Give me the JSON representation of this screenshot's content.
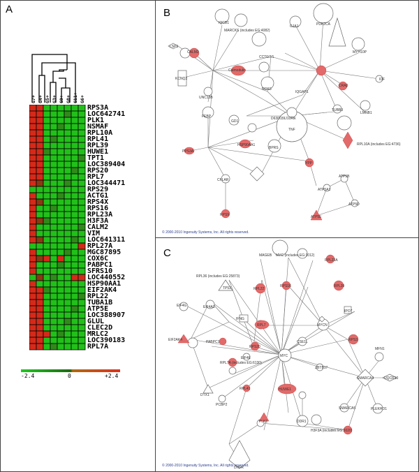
{
  "panels": {
    "a": "A",
    "b": "B",
    "c": "C"
  },
  "heatmap": {
    "columns": [
      "G7+",
      "G4+",
      "G5+",
      "G3+",
      "G9+",
      "G8+",
      "G11+",
      "G6+"
    ],
    "genes": [
      "RPS3A",
      "LOC642741",
      "PLK1",
      "NSMAF",
      "RPL10A",
      "RPL41",
      "RPL39",
      "HUWE1",
      "TPT1",
      "LOC389404",
      "RPS20",
      "RPL7",
      "LOC344471",
      "RPS29",
      "ACTG1",
      "RPS4X",
      "RPS16",
      "RPL23A",
      "H3F3A",
      "CALM2",
      "VIM",
      "LOC641311",
      "RPL27A",
      "MGC87895",
      "COX6C",
      "PABPC1",
      "SFRS10",
      "LOC440552",
      "HSP90AA1",
      "EIF2AK4",
      "RPL22",
      "TUBA1B",
      "ATP5E",
      "LOC388907",
      "GLUL",
      "CLEC2D",
      "MRLC2",
      "LOC390183",
      "RPL7A"
    ],
    "scale": {
      "min": "-2.4",
      "mid": "0",
      "max": "+2.4"
    },
    "colors": {
      "red": "#d42a1a",
      "green": "#22c01a",
      "darkgreen": "#2f8a1a",
      "brown": "#8a3a12"
    }
  },
  "network_b": {
    "nodes": {
      "iqcb1": "IQCB1",
      "marcks": "MARCKS (includes EG:4082)",
      "gja1": "GJA1",
      "pdk": "PDK2CA",
      "lsp": "LSP1",
      "calm": "CALM2",
      "calmodulin": "Calmodulin",
      "cct": "CCT6/7/1",
      "myh": "MYH10P",
      "kcnq": "KCNQ2",
      "uncb": "UNC13B",
      "nos": "NOS3",
      "iqgap1": "IQGAP1",
      "craa": "CRAβ",
      "idf": "IDF",
      "tubb": "TUBB3",
      "lmnb": "LMNB1",
      "pdb": "PDB",
      "d": "D630039J10Rik",
      "tnf": "TNF",
      "febp": "FEBP",
      "hsp": "HSP90AA1",
      "gd": "GD1",
      "pps": "PPS3A",
      "rpl10a": "RPL10A (includes EG:4736)",
      "bps": "BPRS",
      "ypp": "YPP",
      "cflar": "CFLAR",
      "atp5b": "ATP5B",
      "atp5a1": "ATP5A1",
      "atp5d": "ATP5D",
      "atp5e": "ATP5E",
      "rps9": "RPS9"
    },
    "copyright": "© 2000-2010 Ingenuity Systems, Inc. All rights reserved."
  },
  "network_c": {
    "nodes": {
      "mages": "MAGEB",
      "myc_top": "MYC (includes EG:1012)",
      "rpl23a": "RPL23A",
      "rpl36": "RPL36 (includes EG:25873)",
      "rpl22": "RPL22",
      "rps16": "RPS16",
      "rpl39": "RPL39",
      "tp53": "TP53",
      "eif4g": "EIF4G",
      "eif4a1": "EIF4A1",
      "ifng": "IFNG",
      "rpl7": "RPL7",
      "mycn": "MYCN",
      "ipo7": "IPO7",
      "eif2ak4": "EIF2AK4",
      "pabpc1": "PABPC1",
      "eif4e": "EIF4E",
      "rps20": "RPS20",
      "rps3": "RPS3",
      "mfn1": "MFN1",
      "csf1": "CSE1L",
      "uqcr": "UQCR10",
      "rpl7a": "RPL7A (includes EG:6130)",
      "myc": "MYC",
      "smarca4": "SMARCA4",
      "dtx": "DTX1",
      "rpl41": "RPL41",
      "zbtb17": "ZBTB17",
      "pcbp2": "PCBP2",
      "huwe1": "HUWE1",
      "plekho": "PLEKHO1",
      "smarca5": "SMARCA5",
      "dpp": "DDR1",
      "plk1": "PLK1",
      "h3f3a": "H3F3A (includes EG:3020)",
      "dhfr": "DHFR"
    },
    "copyright": "© 2000-2010 Ingenuity Systems, Inc. All rights reserved."
  }
}
